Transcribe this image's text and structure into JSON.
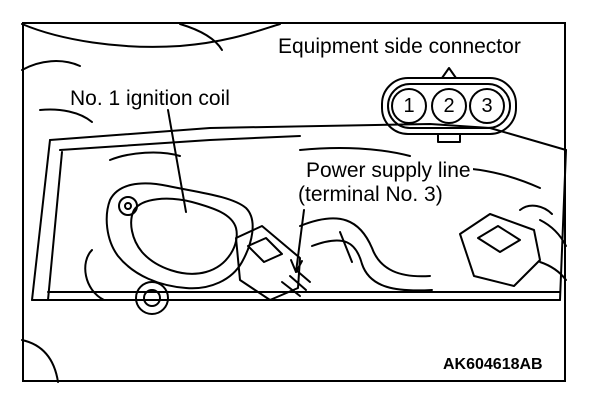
{
  "labels": {
    "connector": "Equipment side connector",
    "coil": "No. 1 ignition coil",
    "supply_line1": "Power supply line",
    "supply_line2": "(terminal No. 3)",
    "figure_code": "AK604618AB"
  },
  "connector_terminals": [
    "1",
    "2",
    "3"
  ],
  "colors": {
    "ink": "#000000",
    "paper": "#ffffff"
  }
}
